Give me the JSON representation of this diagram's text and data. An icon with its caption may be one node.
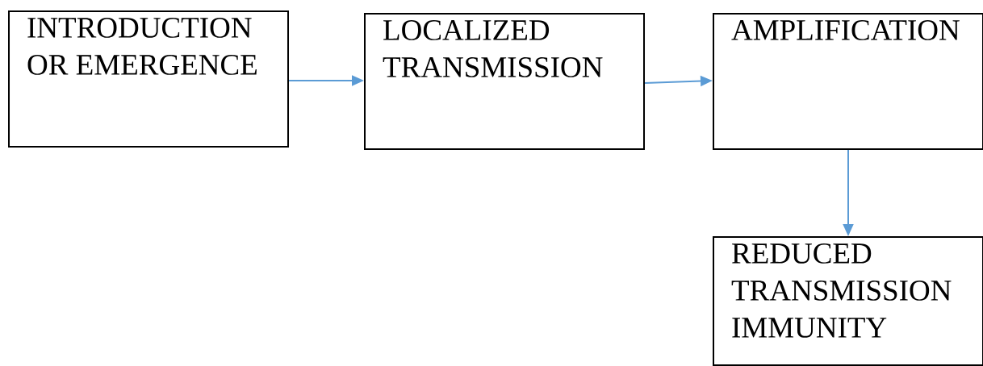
{
  "diagram": {
    "nodes": [
      {
        "text": [
          "INTRODUCTION OR EMERGENCE"
        ]
      },
      {
        "text": [
          "LOCALIZED TRANSMISSION"
        ]
      },
      {
        "text": [
          "AMPLIFICATION"
        ]
      },
      {
        "text": [
          "REDUCED TRANSMISSION IMMUNITY"
        ]
      }
    ],
    "edges": [
      {
        "from": 0,
        "to": 1,
        "arrow": "to"
      },
      {
        "from": 1,
        "to": 2,
        "arrow": "to"
      },
      {
        "from": 2,
        "to": 3,
        "arrow": "to"
      }
    ]
  }
}
